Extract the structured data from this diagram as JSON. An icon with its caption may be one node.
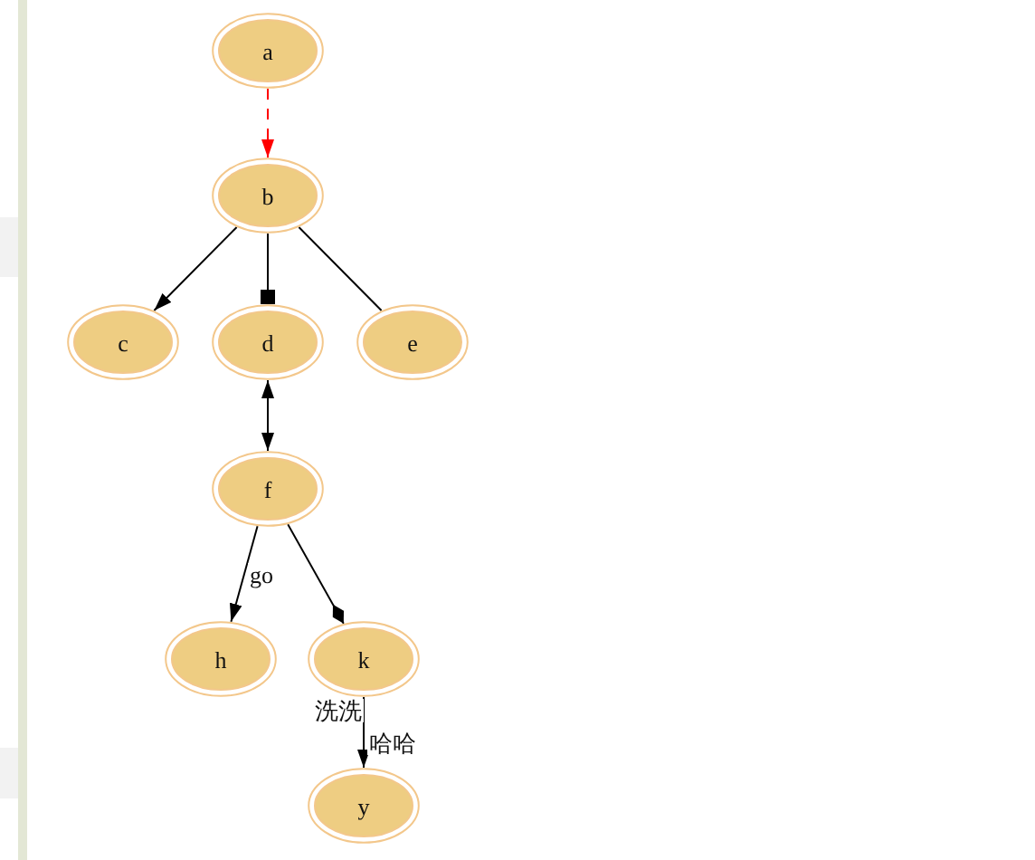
{
  "diagram": {
    "nodes": [
      {
        "text": [
          "a"
        ]
      },
      {
        "text": [
          "b"
        ]
      },
      {
        "text": [
          "c"
        ]
      },
      {
        "text": [
          "d"
        ]
      },
      {
        "text": [
          "e"
        ]
      },
      {
        "text": [
          "f"
        ]
      },
      {
        "text": [
          "h"
        ]
      },
      {
        "text": [
          "k"
        ]
      },
      {
        "text": [
          "y"
        ]
      }
    ],
    "edges": [
      {
        "from": 0,
        "to": 1,
        "arrow": "to",
        "style": "dashed",
        "color": "#ff0000"
      },
      {
        "from": 1,
        "to": 2,
        "arrow": "to"
      },
      {
        "from": 1,
        "to": 3,
        "arrow": "other"
      },
      {
        "from": 1,
        "to": 4,
        "arrow": "none"
      },
      {
        "from": 3,
        "to": 5,
        "arrow": "both"
      },
      {
        "from": 5,
        "to": 6,
        "arrow": "to",
        "label": "go"
      },
      {
        "from": 5,
        "to": 7,
        "arrow": "other"
      },
      {
        "from": 7,
        "to": 8,
        "arrow": "to",
        "label": "哈哈"
      }
    ],
    "labels": [
      "洗洗"
    ]
  }
}
